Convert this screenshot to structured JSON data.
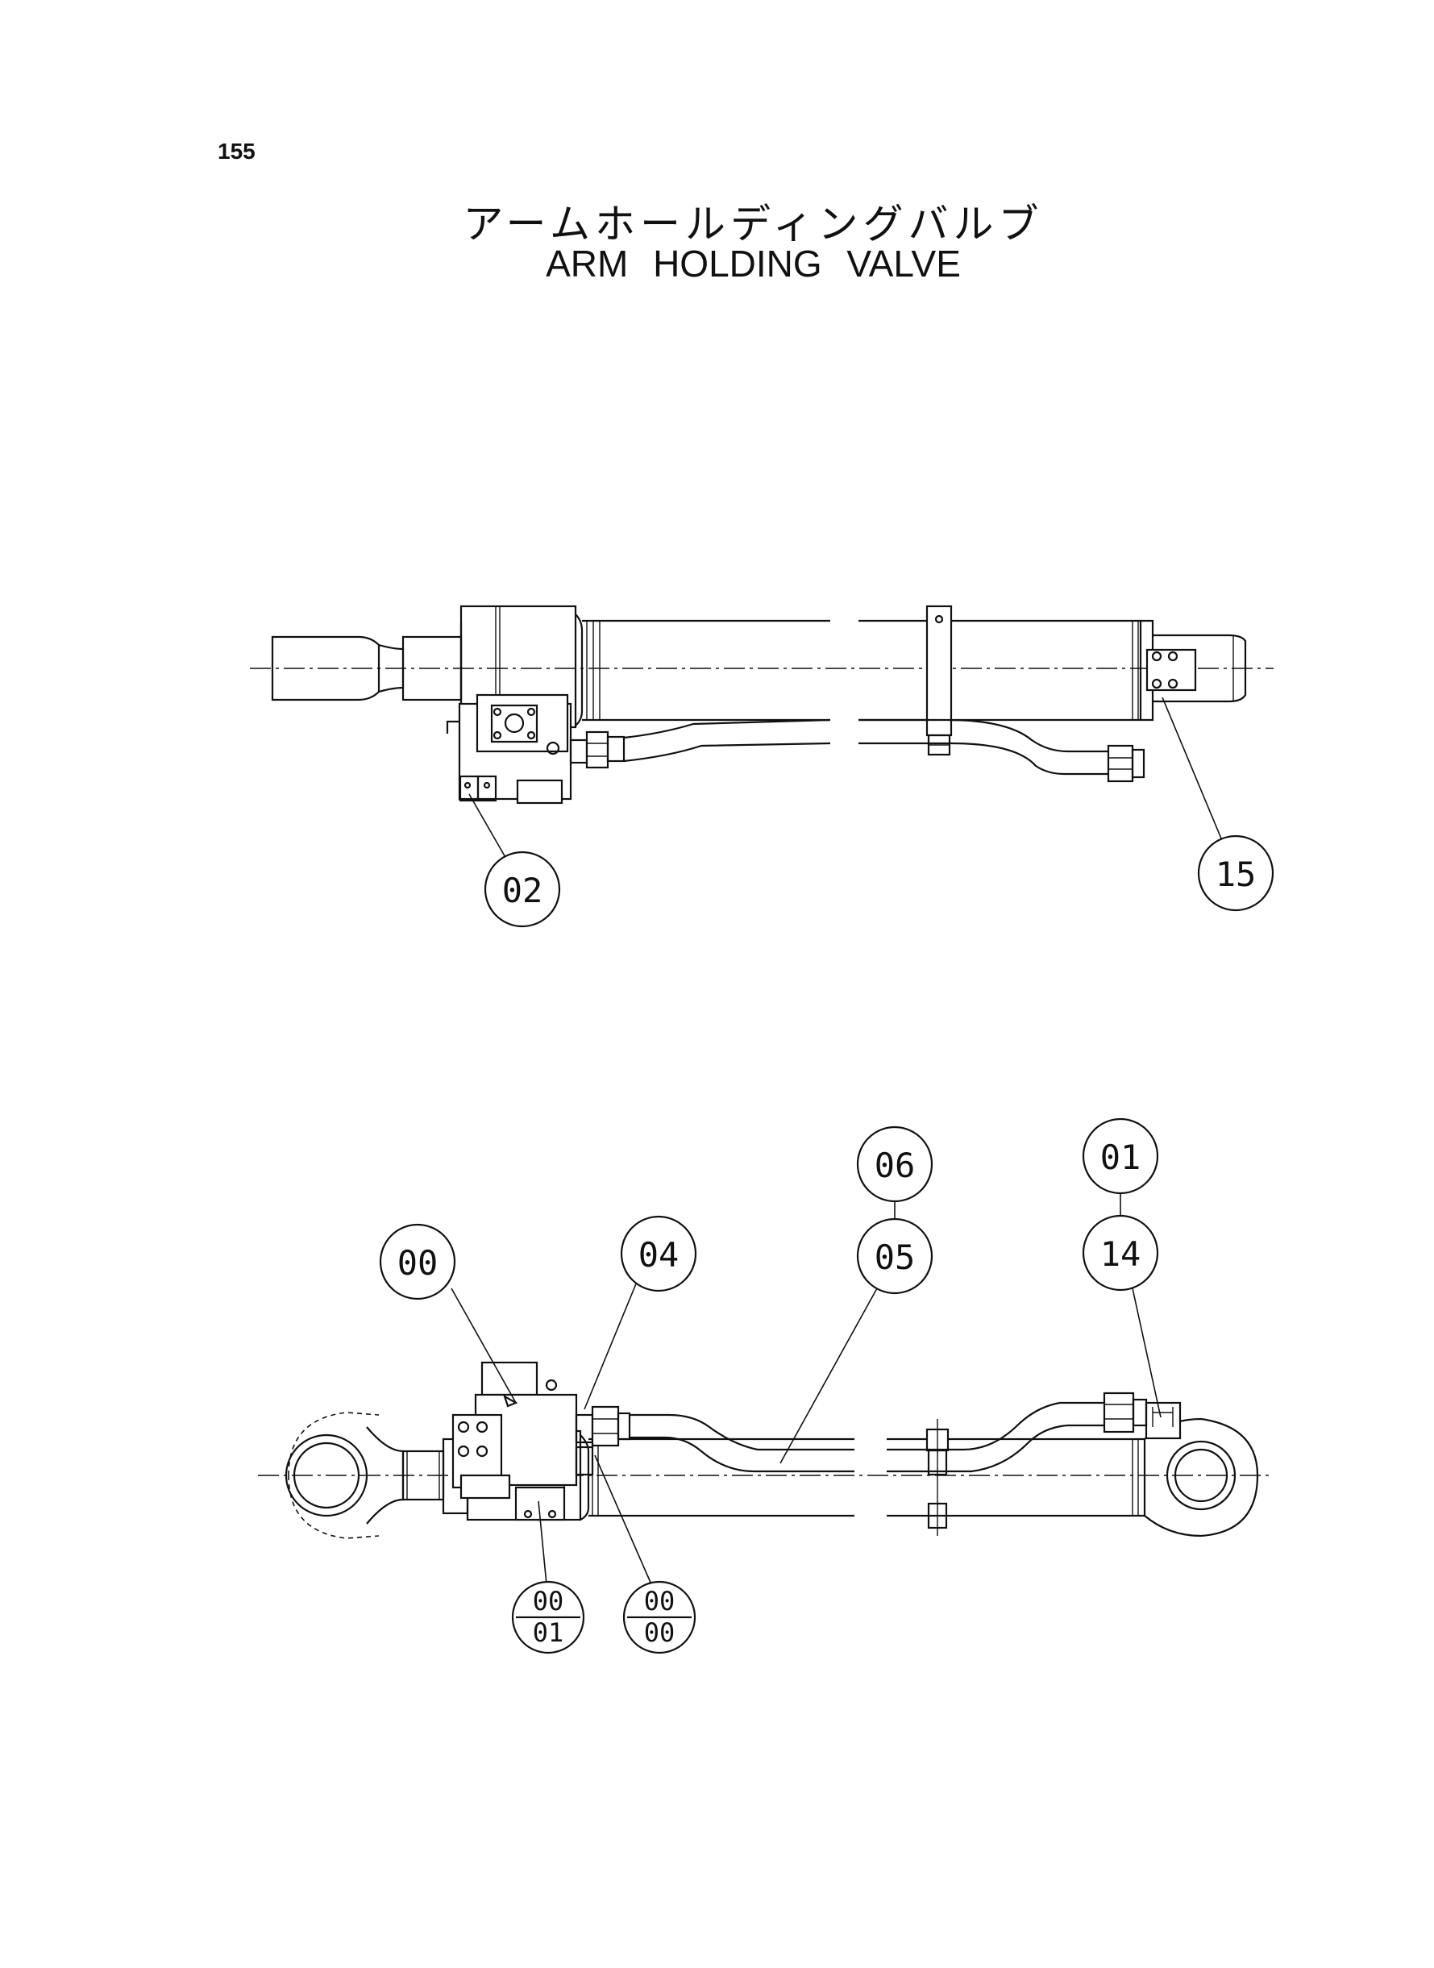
{
  "page_number": "155",
  "title_jp": "アームホールディングバルブ",
  "title_en": "ARM HOLDING VALVE",
  "callouts_top": [
    {
      "label": "02"
    },
    {
      "label": "15"
    }
  ],
  "callouts_bottom": [
    {
      "label": "00"
    },
    {
      "label": "04"
    },
    {
      "label": "06"
    },
    {
      "label": "05"
    },
    {
      "label": "01"
    },
    {
      "label": "14"
    }
  ],
  "split_callouts": [
    {
      "top": "00",
      "bottom": "01"
    },
    {
      "top": "00",
      "bottom": "00"
    }
  ]
}
